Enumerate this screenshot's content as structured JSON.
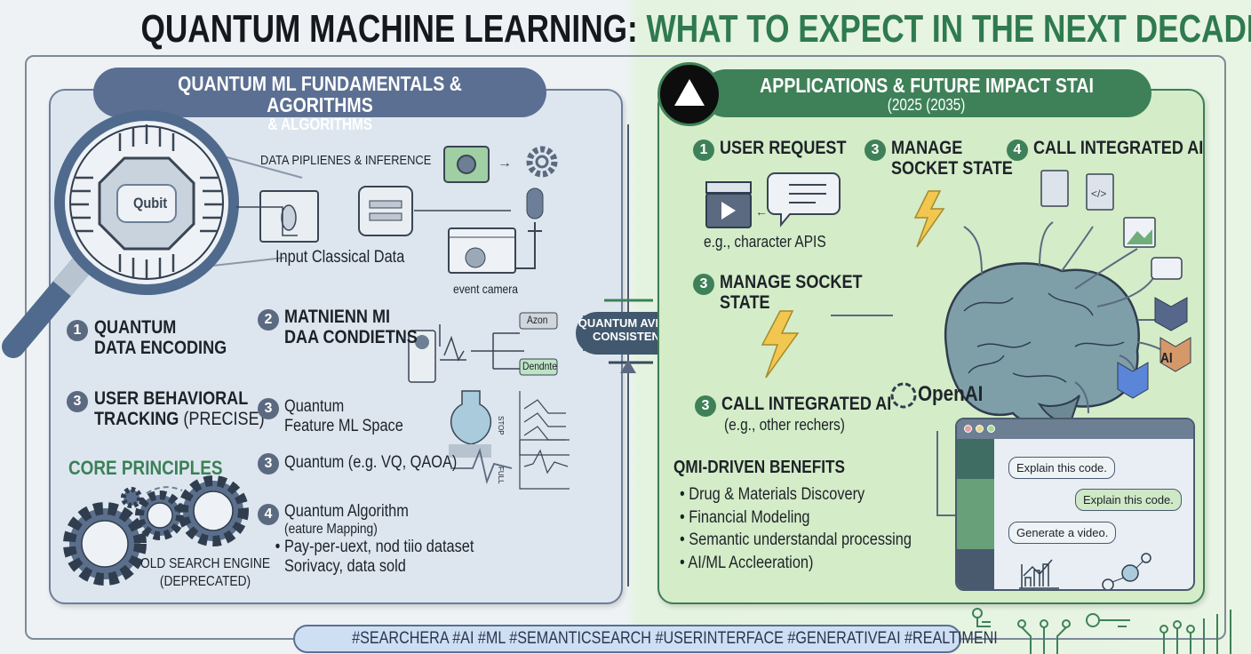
{
  "title": {
    "part1": "QUANTUM MACHINE LEARNING:",
    "part2": "WHAT TO EXPECT IN THE NEXT DECADE"
  },
  "left_panel": {
    "header_line1": "QUANTUM ML FUNDAMENTALS & AGORITHMS",
    "header_line2": "& ALGORITHMS",
    "magnifier_label": "Qubit",
    "pipeline_label": "DATA PIPLIENES & INFERENCE",
    "input_label": "Input Classical Data",
    "camera_label": "event camera",
    "items": [
      {
        "num": "1",
        "line1": "QUANTUM",
        "line2": "DATA ENCODING"
      },
      {
        "num": "2",
        "line1": "MATNIENN MI",
        "line2": "DAA CONDIETNS"
      },
      {
        "num": "3",
        "line1": "USER BEHAVIORAL",
        "line2": "TRACKING",
        "line2b": "(PRECISE)"
      },
      {
        "num": "3",
        "line1": "Quantum",
        "line2": "Feature ML Space"
      },
      {
        "num": "3",
        "line1": "Quantum (e.g. VQ, QAOA)"
      },
      {
        "num": "4",
        "line1": "Quantum Algorithm",
        "line2": "(eature Mapping)",
        "bullet1": "Pay-per-uext, nod tiio dataset",
        "bullet2": "Sorivacy, data sold"
      }
    ],
    "neuron_labels": {
      "top": "Azon",
      "bottom": "Dendnte"
    },
    "graph_labels": {
      "g1": "STOP",
      "g2": "FULL"
    },
    "core_principles": "CORE PRINCIPLES",
    "old_engine_line1": "OLD SEARCH ENGINE",
    "old_engine_line2": "(DEPRECATED)"
  },
  "center_arrow": {
    "line1": "QUANTUM AVE ERA",
    "line2": "CONSISTENCY"
  },
  "right_panel": {
    "header_line1": "APPLICATIONS & FUTURE IMPACT STAI",
    "header_line2": "(2025 (2035)",
    "steps": [
      {
        "num": "1",
        "line1": "USER REQUEST",
        "sub": "e.g., character   APIS"
      },
      {
        "num": "3",
        "line1": "MANAGE",
        "line2": "SOCKET STATE"
      },
      {
        "num": "4",
        "line1": "CALL INTEGRATED AI"
      },
      {
        "num": "3",
        "line1": "MANAGE SOCKET",
        "line2": "STATE"
      },
      {
        "num": "3",
        "line1": "CALL INTEGRATED AI",
        "sub": "(e.g., other rechers)"
      }
    ],
    "openai_label": "OpenAI",
    "anthropic_label": "AI",
    "benefits_title": "QMI-DRIVEN BENEFITS",
    "benefits": [
      "Drug & Materials Discovery",
      "Financial Modeling",
      "Semantic understandal processing",
      "AI/ML Accleeration)"
    ],
    "chat": {
      "msg1": "Explain this code.",
      "msg2": "Explain this code.",
      "msg3": "Generate a video."
    }
  },
  "hashtags": "#SEARCHERA  #AI  #ML  #SEMANTICSEARCH  #USERINTERFACE  #GENERATIVEAI  #REALTIMENI",
  "colors": {
    "slate": "#5b6f92",
    "green": "#3e8158",
    "left_bg": "#dde6ef",
    "right_bg": "#d4ecc8"
  }
}
